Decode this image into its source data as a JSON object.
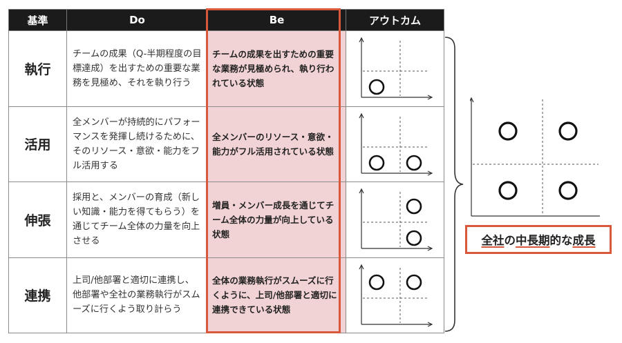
{
  "table": {
    "headers": {
      "criterion": "基準",
      "do": "Do",
      "be": "Be",
      "outcome": "アウトカム"
    },
    "rows": [
      {
        "criterion": "執行",
        "do": "チームの成果（Q-半期程度の目標達成）を出すための重要な業務を見極め、それを執り行う",
        "be": "チームの成果を出すための重要な業務が見極められ、執り行われている状態",
        "outcome_circles": [
          "bottom-left"
        ]
      },
      {
        "criterion": "活用",
        "do": "全メンバーが持続的にパフォーマンスを発揮し続けるために、そのリソース・意欲・能力をフル活用する",
        "be": "全メンバーのリソース・意欲・能力がフル活用されている状態",
        "outcome_circles": [
          "bottom-left",
          "bottom-right"
        ]
      },
      {
        "criterion": "伸張",
        "do": "採用と、メンバーの育成（新しい知識・能力を得てもらう）を通じてチーム全体の力量を向上させる",
        "be": "増員・メンバー成長を通じてチーム全体の力量が向上している状態",
        "outcome_circles": [
          "top-right",
          "bottom-right"
        ]
      },
      {
        "criterion": "連携",
        "do": "上司/他部署と適切に連携し、他部署や全社の業務執行がスムーズに行くよう取り計らう",
        "be": "全体の業務執行がスムーズに行くように、上司/他部署と適切に連携できている状態",
        "outcome_circles": [
          "top-left",
          "top-right"
        ]
      }
    ]
  },
  "summary": {
    "circles": [
      "top-left",
      "top-right",
      "bottom-left",
      "bottom-right"
    ],
    "caption_part1": "全社",
    "caption_part2": "の",
    "caption_part3": "中長期",
    "caption_part4": "的な",
    "caption_part5": "成長"
  },
  "colors": {
    "accent": "#d9573a",
    "be_fill": "#f2d3d5",
    "header_bg": "#1b1b1b"
  }
}
